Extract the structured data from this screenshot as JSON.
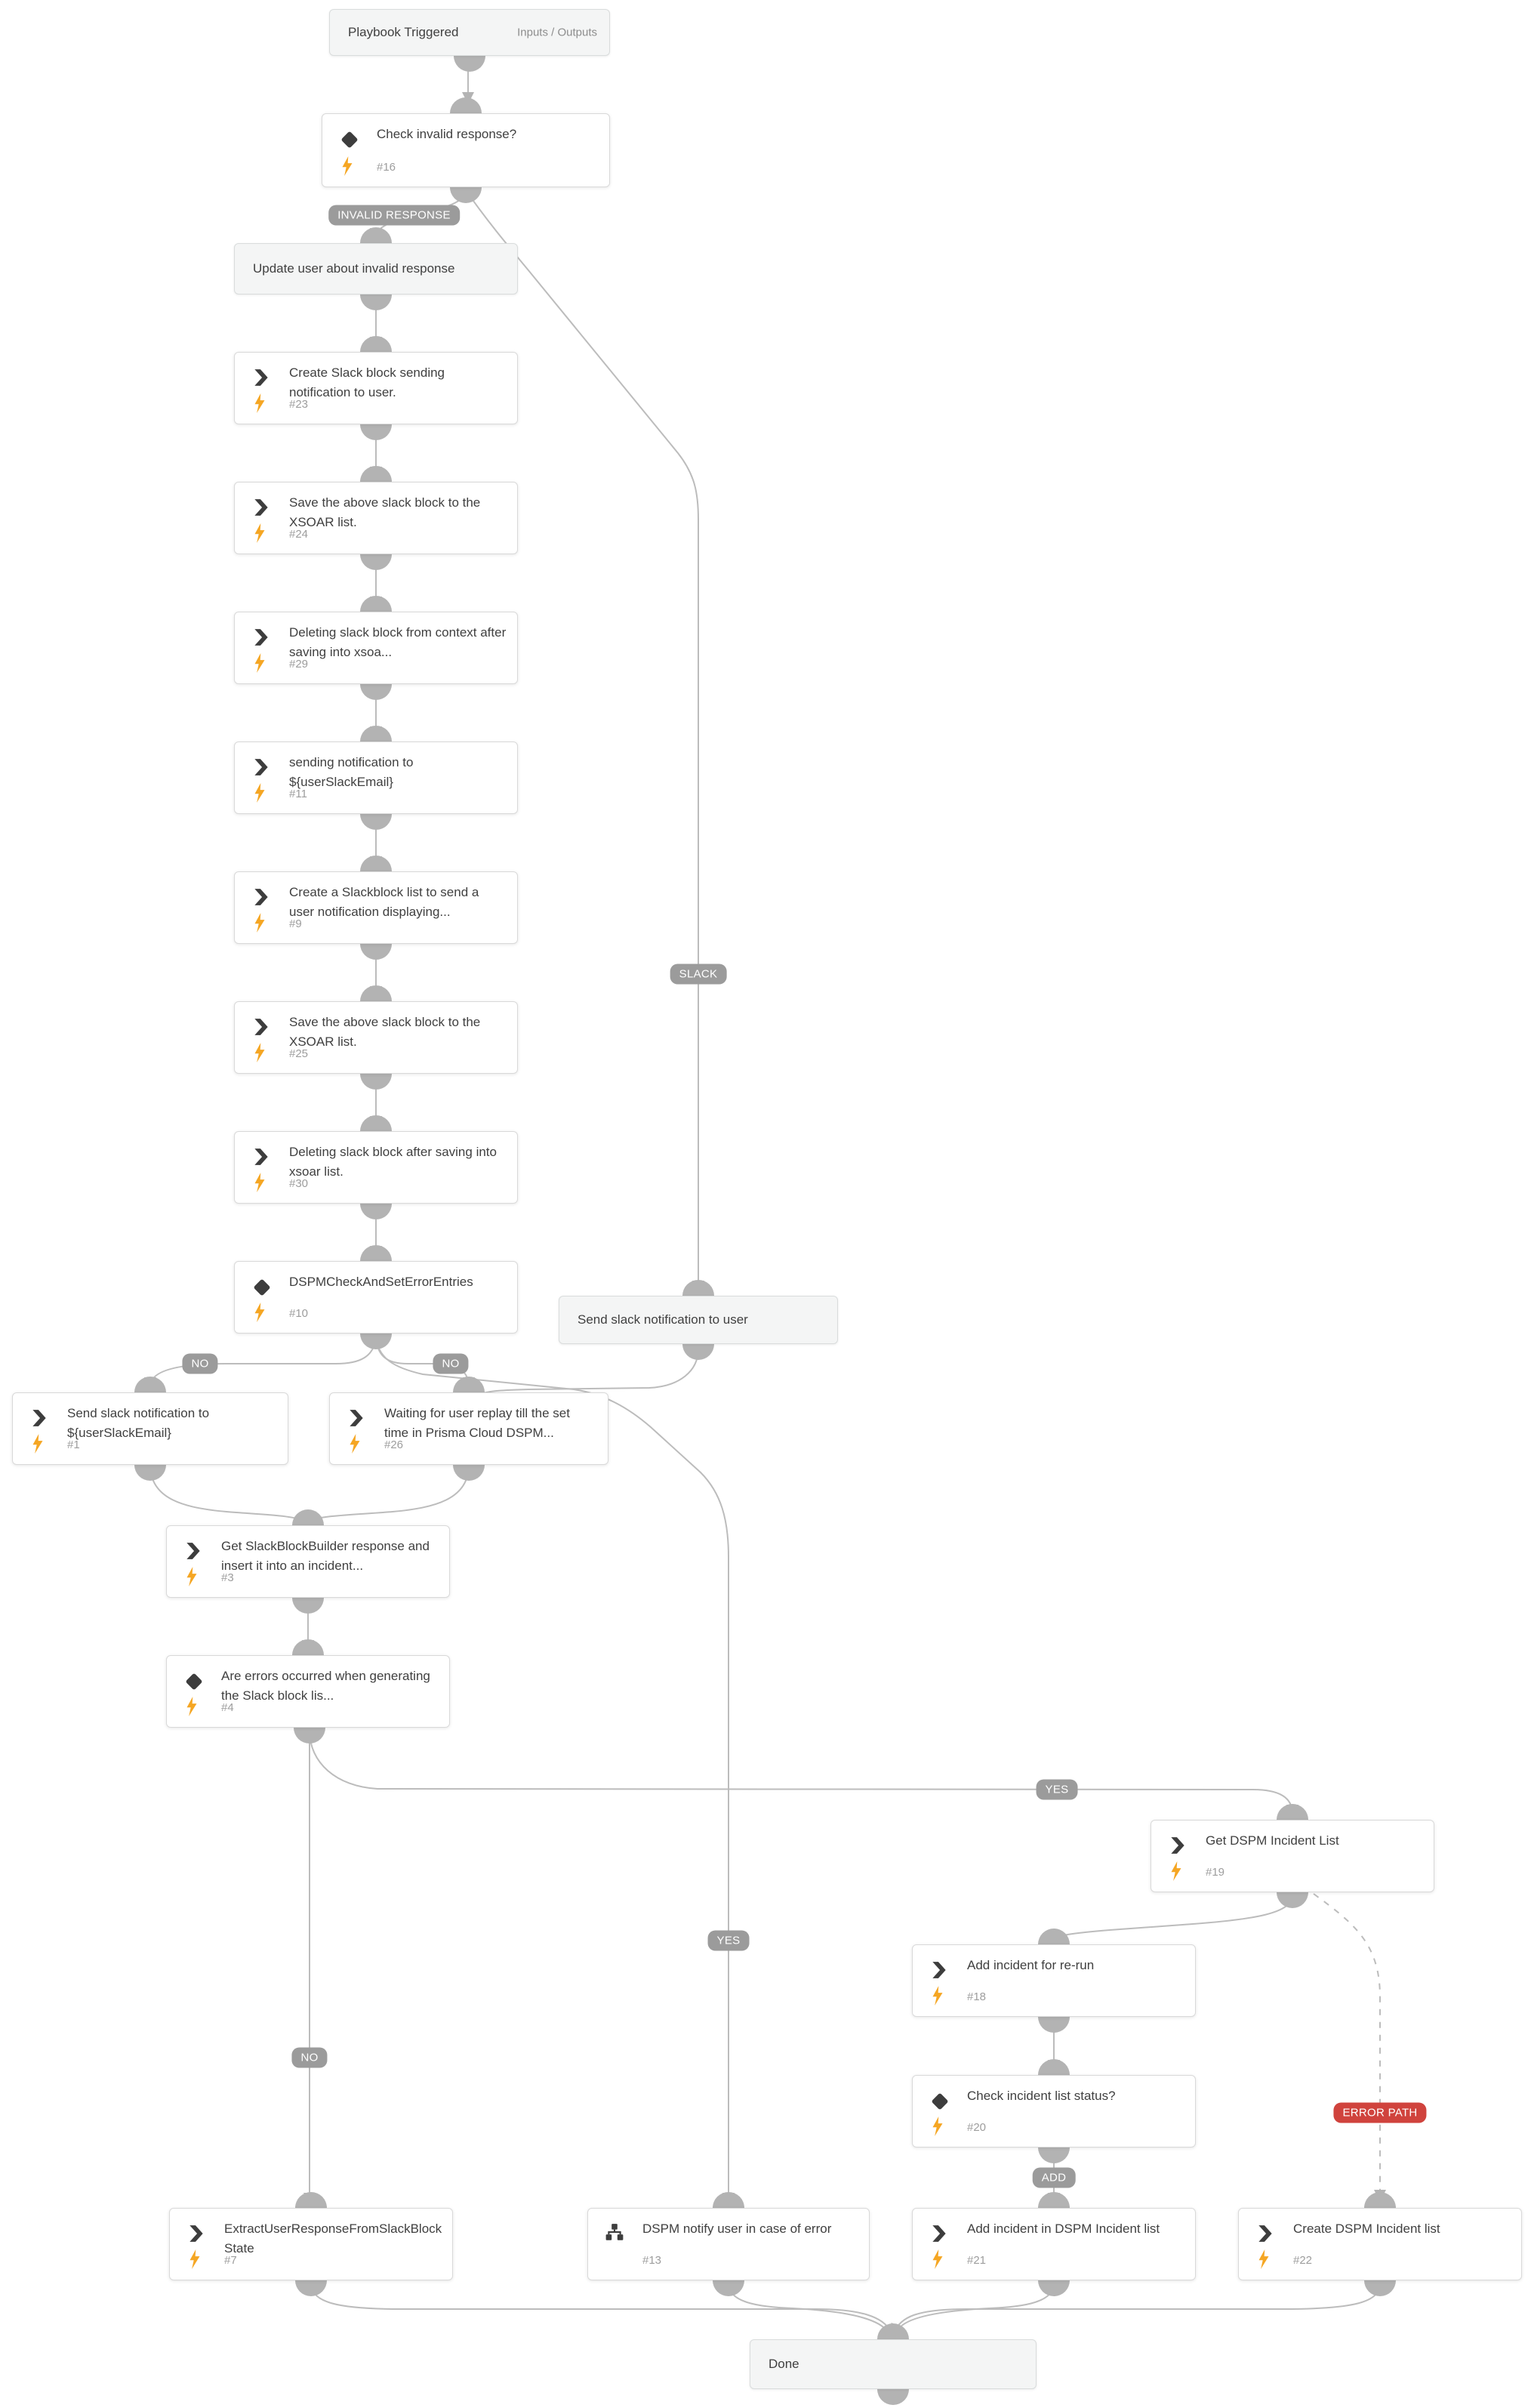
{
  "app": {
    "type": "playbook-workflow-editor"
  },
  "colors": {
    "accent_orange": "#f5a623",
    "icon_dark": "#3d3d3d",
    "pill_gray": "#9b9b9b",
    "error_red": "#d0433d",
    "line_gray": "#bcbcbc",
    "header_bg": "#f4f5f5"
  },
  "labels": {
    "invalid_response": "INVALID RESPONSE",
    "slack": "SLACK",
    "no": "NO",
    "yes": "YES",
    "add": "ADD",
    "error_path": "ERROR PATH"
  },
  "nodes": {
    "start": {
      "title": "Playbook Triggered",
      "link": "Inputs / Outputs"
    },
    "t16": {
      "title": "Check invalid response?",
      "id": "#16"
    },
    "hdr_update": {
      "title": "Update user about invalid response"
    },
    "t23": {
      "title": "Create Slack block sending notification to user.",
      "id": "#23"
    },
    "t24": {
      "title": "Save the above slack block to the XSOAR list.",
      "id": "#24"
    },
    "t29": {
      "title": "Deleting slack block from context after saving into xsoa...",
      "id": "#29"
    },
    "t11": {
      "title": "sending notification to ${userSlackEmail}",
      "id": "#11"
    },
    "t9": {
      "title": "Create a Slackblock list to send a user notification displaying...",
      "id": "#9"
    },
    "t25": {
      "title": "Save the above slack block to the XSOAR list.",
      "id": "#25"
    },
    "t30": {
      "title": "Deleting slack block after saving into xsoar list.",
      "id": "#30"
    },
    "t10": {
      "title": "DSPMCheckAndSetErrorEntries",
      "id": "#10"
    },
    "hdr_slack": {
      "title": "Send slack notification to user"
    },
    "t1": {
      "title": "Send slack notification to ${userSlackEmail}",
      "id": "#1"
    },
    "t26": {
      "title": "Waiting for user replay till the set time in Prisma Cloud DSPM...",
      "id": "#26"
    },
    "t3": {
      "title": "Get SlackBlockBuilder response and insert it into an incident...",
      "id": "#3"
    },
    "t4": {
      "title": "Are errors occurred when generating the Slack block lis...",
      "id": "#4"
    },
    "t19": {
      "title": "Get DSPM Incident List",
      "id": "#19"
    },
    "t18": {
      "title": "Add incident for re-run",
      "id": "#18"
    },
    "t20": {
      "title": "Check incident list status?",
      "id": "#20"
    },
    "t7": {
      "title": "ExtractUserResponseFromSlackBlock State",
      "id": "#7"
    },
    "t13": {
      "title": "DSPM notify user in case of error",
      "id": "#13"
    },
    "t21": {
      "title": "Add incident in DSPM Incident list",
      "id": "#21"
    },
    "t22": {
      "title": "Create DSPM Incident list",
      "id": "#22"
    },
    "hdr_done": {
      "title": "Done"
    }
  }
}
